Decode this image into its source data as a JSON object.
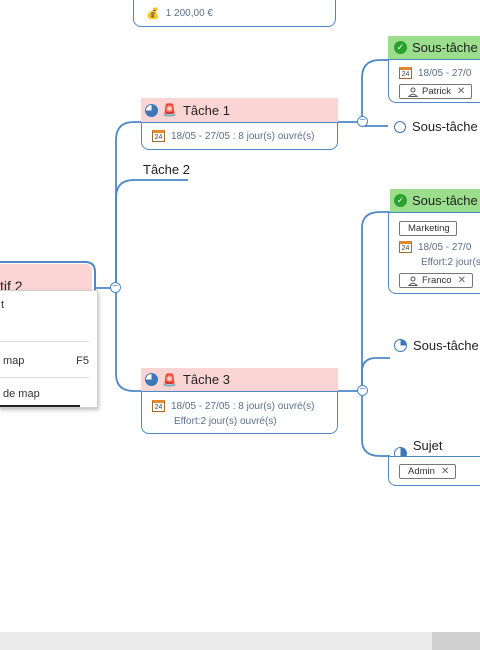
{
  "top_card": {
    "amount": "1 200,00 €",
    "amount_icon": "money-bag-icon"
  },
  "tache1": {
    "title": "Tâche 1",
    "dates": "18/05 - 27/05 : 8 jour(s) ouvré(s)",
    "cal_day": "24"
  },
  "tache2": {
    "title": "Tâche 2"
  },
  "tache3": {
    "title": "Tâche 3",
    "dates": "18/05 - 27/05 : 8 jour(s) ouvré(s)",
    "effort": "Effort:2 jour(s) ouvré(s)",
    "cal_day": "24"
  },
  "sub1": {
    "title": "Sous-tâche",
    "dates": "18/05 - 27/0",
    "assignee": "Patrick",
    "cal_day": "24"
  },
  "sub2": {
    "title": "Sous-tâche"
  },
  "sub3": {
    "title": "Sous-tâche",
    "tag": "Marketing",
    "dates": "18/05 - 27/0",
    "effort": "Effort:2 jour(s",
    "assignee": "Franco",
    "cal_day": "24"
  },
  "sub4": {
    "title": "Sous-tâche"
  },
  "sub5": {
    "title": "Sujet secon",
    "tag": "Admin"
  },
  "root": {
    "title": "tif 2"
  },
  "context_menu": {
    "item1": "t",
    "item2": "map",
    "item2_shortcut": "F5",
    "item3": "de map"
  },
  "colors": {
    "accent": "#4e88c7",
    "task_header": "#fbd4d4",
    "done_header": "#9bde8c"
  }
}
